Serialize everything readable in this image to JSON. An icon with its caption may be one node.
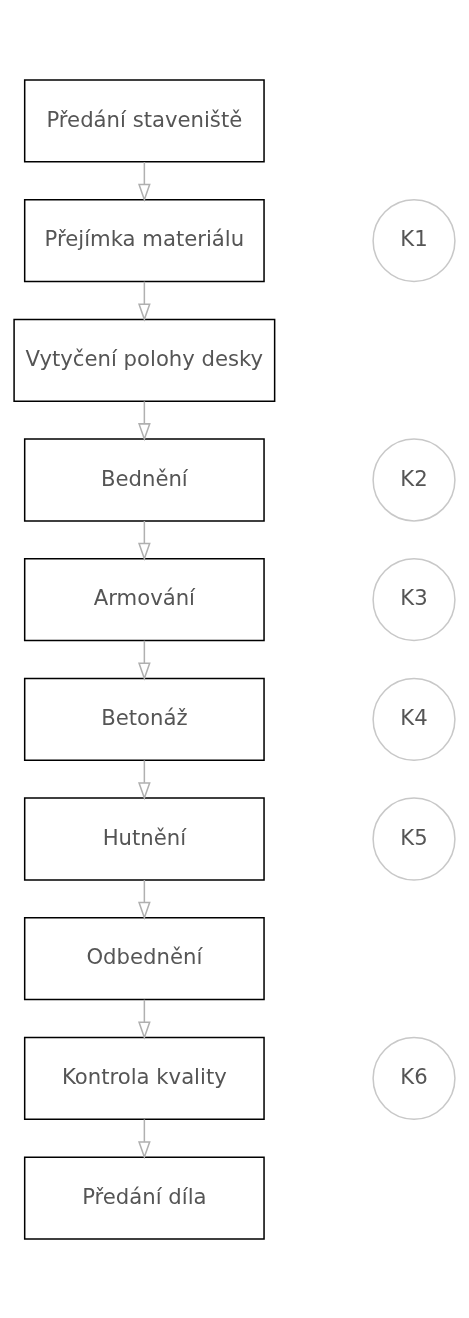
{
  "diagram": {
    "nodes": [
      {
        "text": [
          "Předání staveniště"
        ]
      },
      {
        "text": [
          "Přejímka materiálu"
        ]
      },
      {
        "text": [
          "K1"
        ]
      },
      {
        "text": [
          "Vytyčení polohy desky"
        ]
      },
      {
        "text": [
          "Bednění"
        ]
      },
      {
        "text": [
          "K2"
        ]
      },
      {
        "text": [
          "Armování"
        ]
      },
      {
        "text": [
          "K3"
        ]
      },
      {
        "text": [
          "Betonáž"
        ]
      },
      {
        "text": [
          "K4"
        ]
      },
      {
        "text": [
          "Hutnění"
        ]
      },
      {
        "text": [
          "K5"
        ]
      },
      {
        "text": [
          "Odbednění"
        ]
      },
      {
        "text": [
          "Kontrola kvality"
        ]
      },
      {
        "text": [
          "K6"
        ]
      },
      {
        "text": [
          "Předání díla"
        ]
      }
    ],
    "edges": [
      {
        "from": 0,
        "to": 1,
        "arrow": "to"
      },
      {
        "from": 1,
        "to": 3,
        "arrow": "to"
      },
      {
        "from": 3,
        "to": 4,
        "arrow": "to"
      },
      {
        "from": 4,
        "to": 6,
        "arrow": "to"
      },
      {
        "from": 6,
        "to": 8,
        "arrow": "to"
      },
      {
        "from": 8,
        "to": 10,
        "arrow": "to"
      },
      {
        "from": 10,
        "to": 12,
        "arrow": "to"
      },
      {
        "from": 12,
        "to": 13,
        "arrow": "to"
      },
      {
        "from": 13,
        "to": 15,
        "arrow": "to"
      }
    ]
  }
}
